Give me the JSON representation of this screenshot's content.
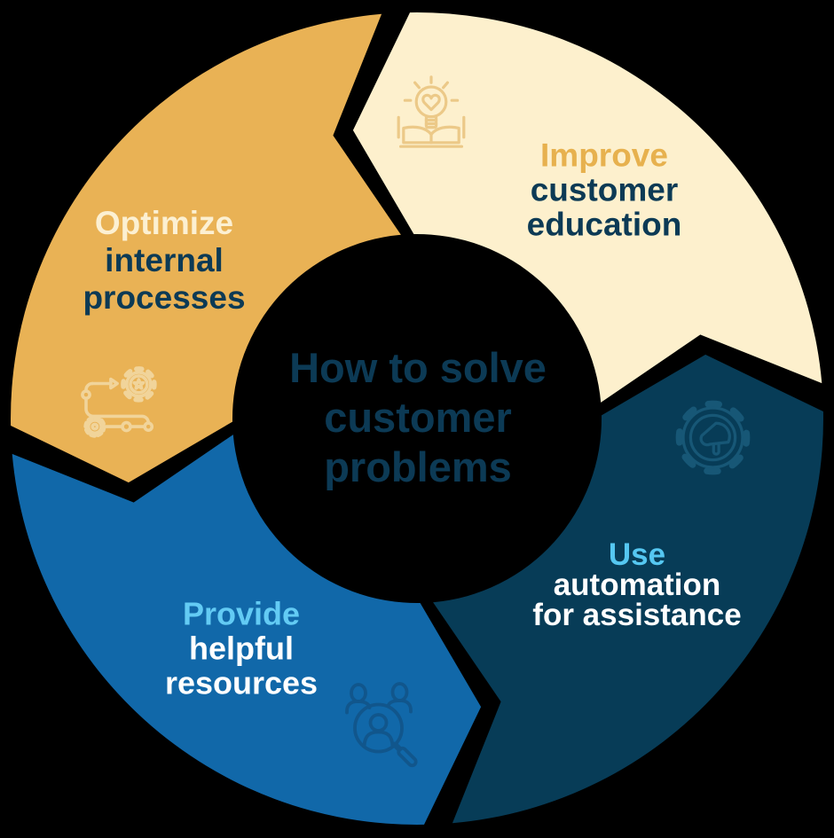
{
  "center": {
    "lines": [
      "How to solve",
      "customer",
      "problems"
    ],
    "text_color": "#0c3a55"
  },
  "segments": [
    {
      "name": "improve-customer-education",
      "position": "top-right",
      "fill": "#fdf0cd",
      "lines": [
        "Improve",
        "customer",
        "education"
      ],
      "line1_color": "#e7b14e",
      "body_color": "#0c3a55",
      "icon": "book-lightbulb-icon",
      "icon_stroke": "#ecc988"
    },
    {
      "name": "optimize-internal-processes",
      "position": "top-left",
      "fill": "#e9b255",
      "lines": [
        "Optimize",
        "internal",
        "processes"
      ],
      "line1_color": "#fcf0d2",
      "body_color": "#0c3a55",
      "icon": "workflow-gears-icon",
      "icon_stroke": "#f1d49a"
    },
    {
      "name": "provide-helpful-resources",
      "position": "bottom-left",
      "fill": "#1168a9",
      "lines": [
        "Provide",
        "helpful",
        "resources"
      ],
      "line1_color": "#63cbf4",
      "body_color": "#ffffff",
      "icon": "people-search-icon",
      "icon_stroke": "#11568c"
    },
    {
      "name": "use-automation-for-assistance",
      "position": "bottom-right",
      "fill": "#073c57",
      "lines": [
        "Use",
        "automation",
        "for assistance"
      ],
      "line1_color": "#55c7f1",
      "body_color": "#ffffff",
      "icon": "gear-megaphone-icon",
      "icon_stroke": "#175776"
    }
  ]
}
